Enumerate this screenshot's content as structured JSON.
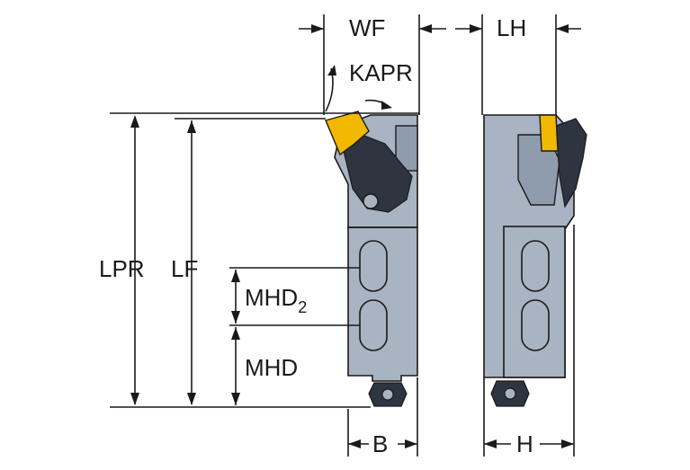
{
  "labels": {
    "wf": "WF",
    "lh": "LH",
    "kapr": "KAPR",
    "lpr": "LPR",
    "lf": "LF",
    "mhd2_main": "MHD",
    "mhd2_sub": "2",
    "mhd": "MHD",
    "b": "B",
    "h": "H"
  },
  "colors": {
    "body": "#a9b4c2",
    "insert": "#f2b800",
    "outline": "#1a1a1a"
  }
}
